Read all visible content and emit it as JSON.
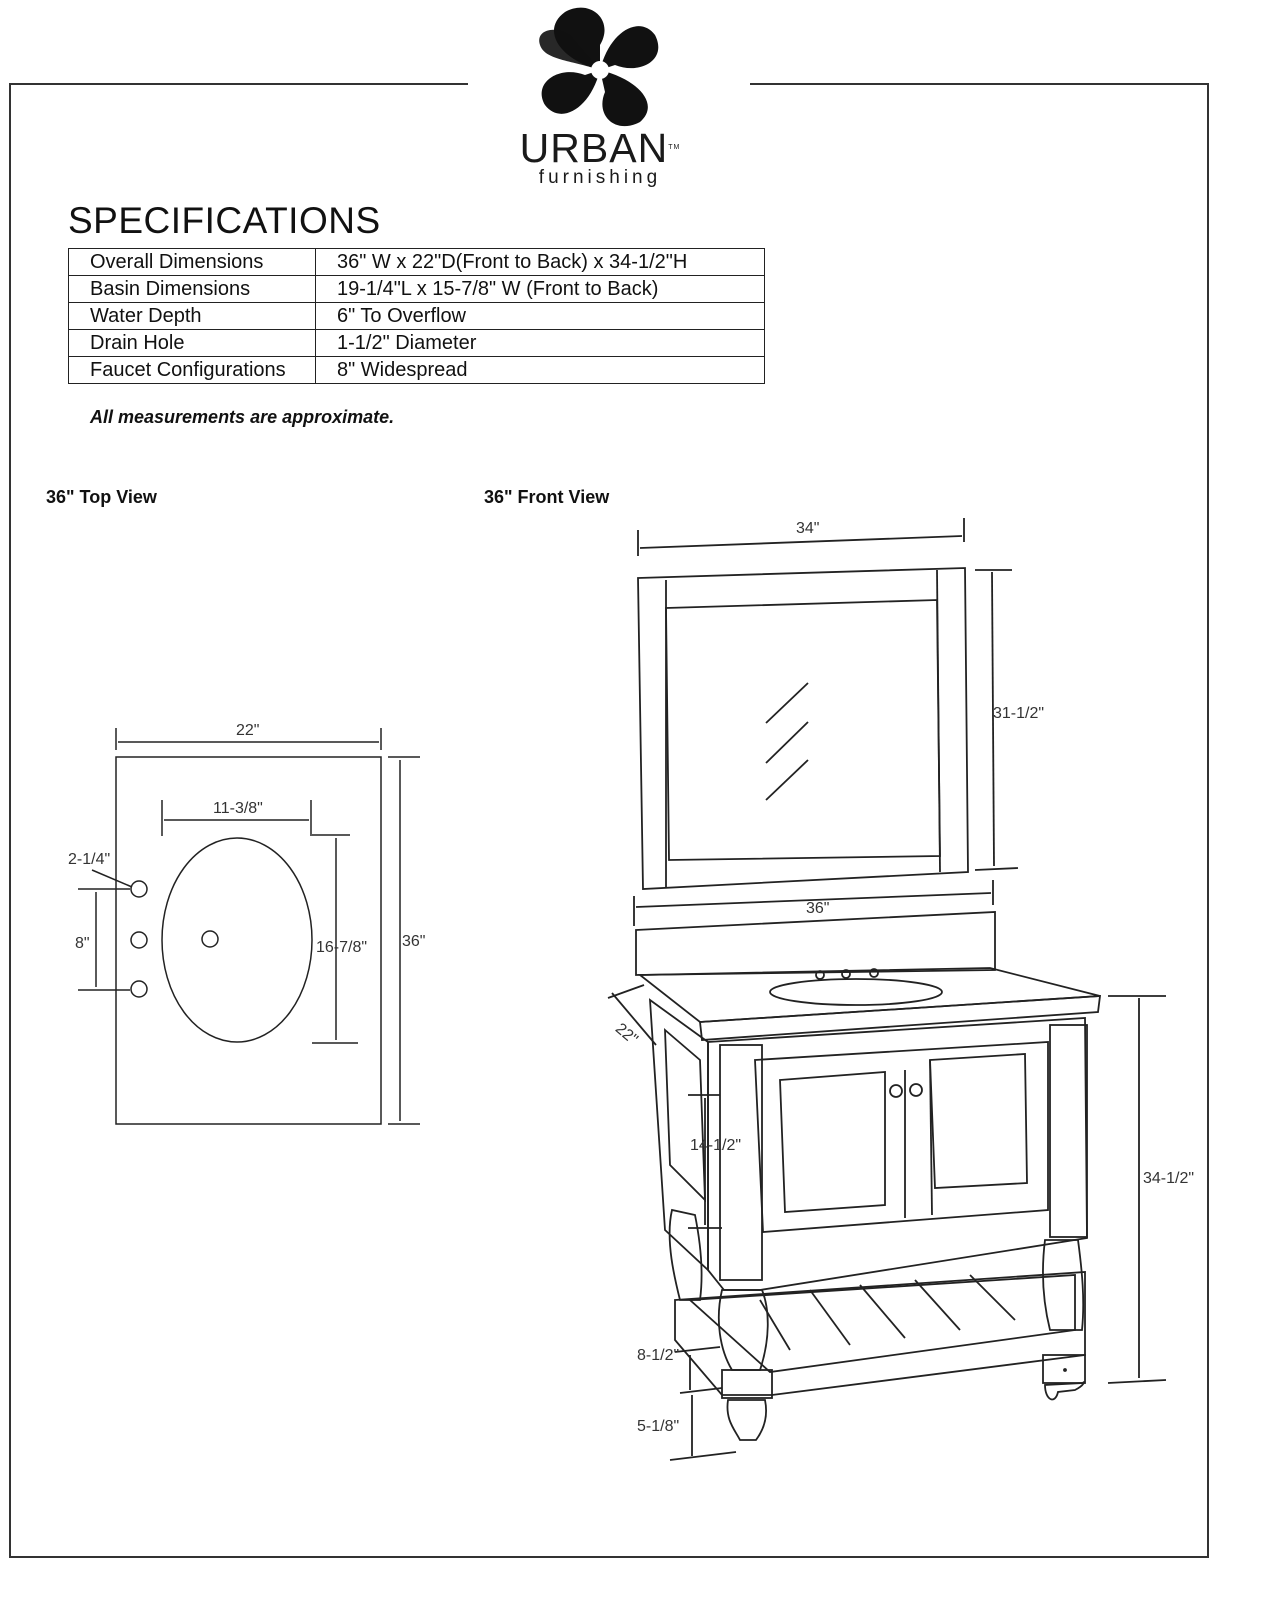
{
  "brand": {
    "name": "URBAN",
    "tagline": "furnishing",
    "trademark": "TM"
  },
  "title": "SPECIFICATIONS",
  "specs": [
    {
      "label": "Overall Dimensions",
      "value": "36\" W x 22\"D(Front to Back) x 34-1/2\"H"
    },
    {
      "label": "Basin Dimensions",
      "value": "19-1/4\"L x 15-7/8\" W (Front to Back)"
    },
    {
      "label": "Water Depth",
      "value": "6\" To Overflow"
    },
    {
      "label": "Drain Hole",
      "value": "1-1/2\" Diameter"
    },
    {
      "label": "Faucet Configurations",
      "value": "8\" Widespread"
    }
  ],
  "note": "All measurements are approximate.",
  "top_view": {
    "title": "36\" Top View",
    "dims": {
      "width": "22\"",
      "length": "36\"",
      "basin_width": "11-3/8\"",
      "basin_length": "16-7/8\"",
      "faucet_offset": "2-1/4\"",
      "faucet_spread": "8\""
    }
  },
  "front_view": {
    "title": "36\" Front View",
    "dims": {
      "mirror_width": "34\"",
      "mirror_height": "31-1/2\"",
      "vanity_width": "36\"",
      "depth": "22\"",
      "height": "34-1/2\"",
      "cabinet_height": "14-1/2\"",
      "shelf_height": "8-1/2\"",
      "leg_height": "5-1/8\""
    }
  }
}
